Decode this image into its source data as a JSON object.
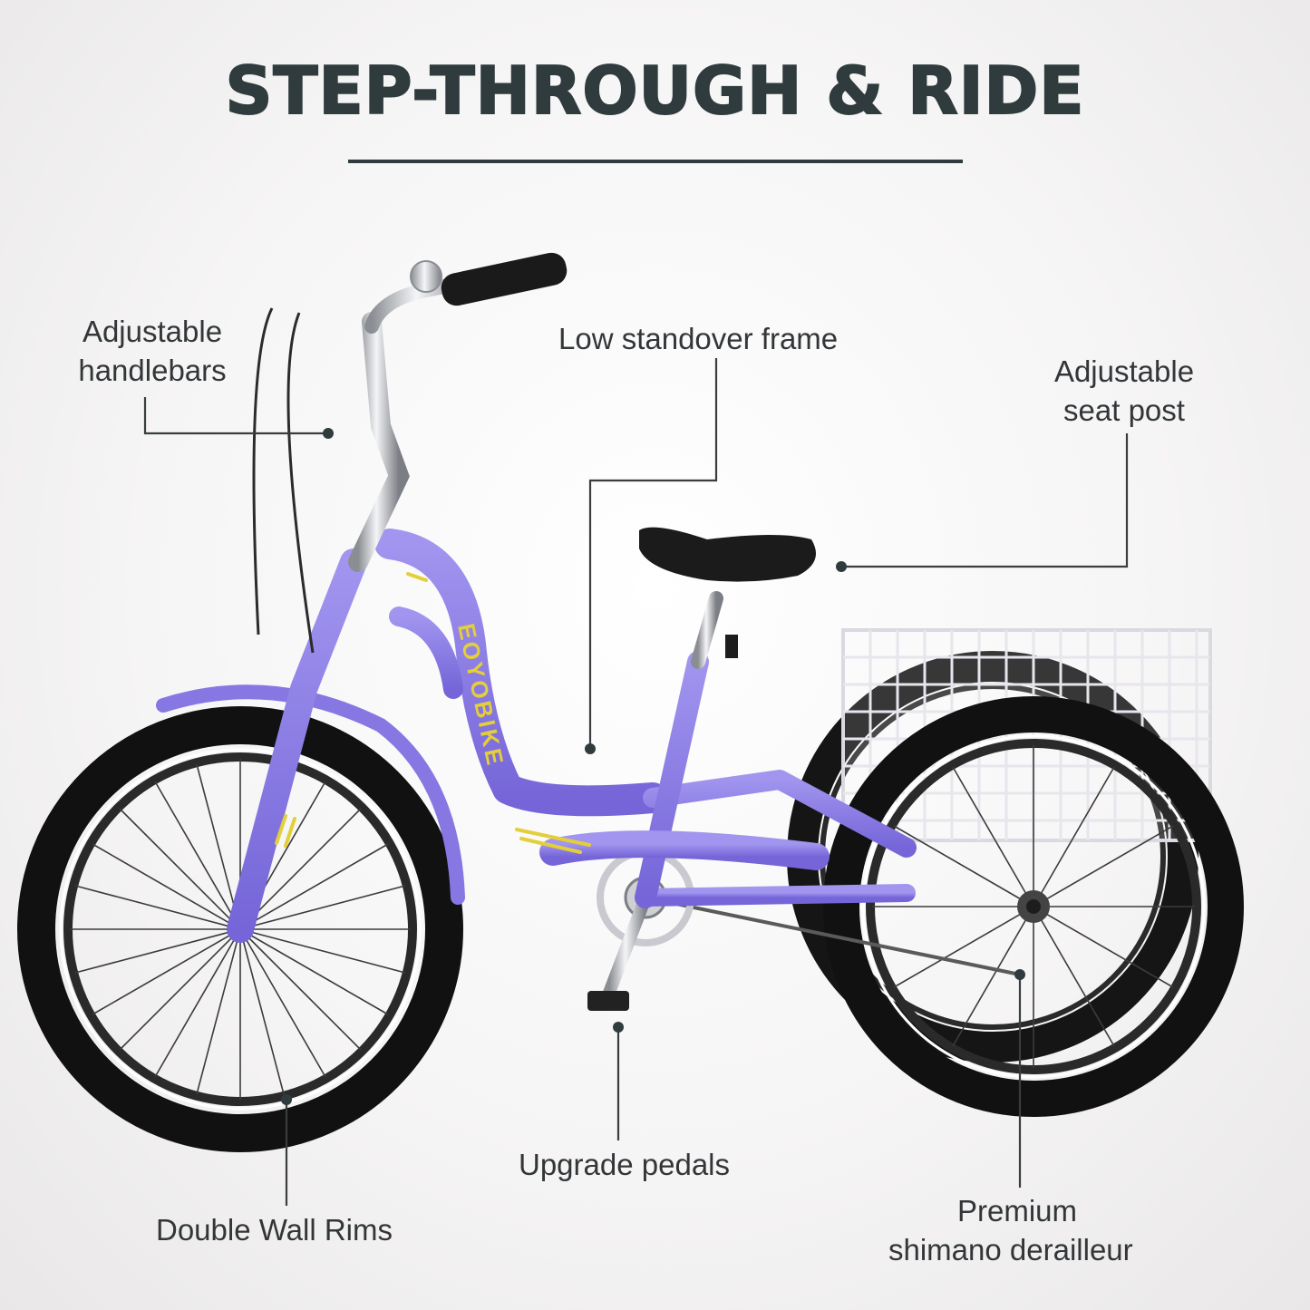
{
  "header": {
    "title": "STEP-THROUGH & RIDE"
  },
  "product": {
    "brand_text": "EOYOBIKE",
    "frame_color": "#8d7fe6",
    "accent_color": "#e3cf3a",
    "tire_color": "#121212",
    "basket_color": "#ffffff"
  },
  "callouts": {
    "handlebars": "Adjustable handlebars",
    "frame": "Low standover frame",
    "seat_post": "Adjustable seat post",
    "rims": "Double Wall Rims",
    "pedals": "Upgrade pedals",
    "derailleur_line1": "Premium",
    "derailleur_line2": "shimano derailleur"
  }
}
